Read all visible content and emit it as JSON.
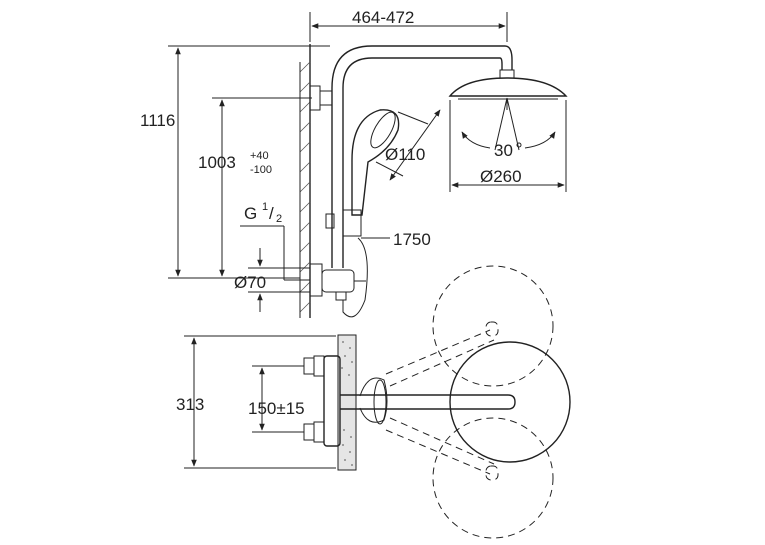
{
  "dimensions": {
    "head_reach": "464-472",
    "total_height": "1116",
    "bar_height": "1003",
    "bar_tol_plus": "+40",
    "bar_tol_minus": "-100",
    "thread_G": "G",
    "thread_num": "1",
    "thread_slash": "/",
    "thread_den": "2",
    "hand_shower_dia": "Ø110",
    "hose_length": "1750",
    "head_angle": "30",
    "head_dia": "Ø260",
    "rosette_dia": "Ø70",
    "mixer_height": "313",
    "centers": "150±15"
  }
}
